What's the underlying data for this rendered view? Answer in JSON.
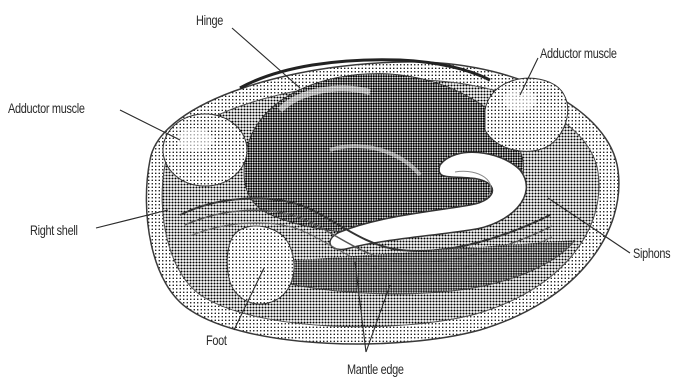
{
  "labels": {
    "hinge": "Hinge",
    "adductor_right": "Adductor muscle",
    "adductor_left": "Adductor muscle",
    "right_shell": "Right shell",
    "siphons": "Siphons",
    "foot": "Foot",
    "mantle_edge": "Mantle edge"
  }
}
